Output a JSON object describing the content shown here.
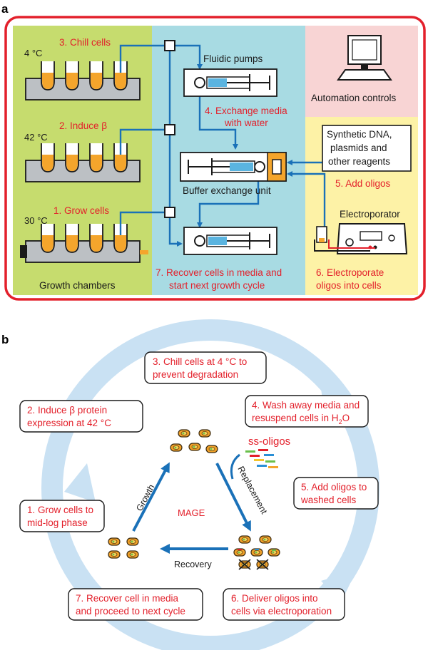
{
  "panel_a": {
    "label": "a",
    "step3": "3. Chill cells",
    "step2": "2. Induce β",
    "step1": "1. Grow cells",
    "temp_chill": "4 °C",
    "temp_induce": "42 °C",
    "temp_grow": "30 °C",
    "growth_chambers": "Growth chambers",
    "fluidic_pumps": "Fluidic pumps",
    "step4_line1": "4. Exchange media",
    "step4_line2": "with water",
    "buffer_exchange": "Buffer exchange unit",
    "step7_line1": "7. Recover cells in media and",
    "step7_line2": "start next growth cycle",
    "automation": "Automation controls",
    "reagents_line1": "Synthetic DNA,",
    "reagents_line2": "plasmids and",
    "reagents_line3": "other reagents",
    "step5": "5. Add oligos",
    "electroporator": "Electroporator",
    "step6_line1": "6. Electroporate",
    "step6_line2": "oligos into cells"
  },
  "panel_b": {
    "label": "b",
    "b3_line1": "3. Chill cells at 4 °C to",
    "b3_line2": "prevent degradation",
    "b2_line1": "2. Induce β protein",
    "b2_line2": "expression at 42 °C",
    "b4_line1": "4. Wash away media and",
    "b4_line2": "resuspend cells in H",
    "b4_sub": "2",
    "b4_tail": "O",
    "ss_oligos": "ss-oligos",
    "b1_line1": "1. Grow cells to",
    "b1_line2": "mid-log phase",
    "growth": "Growth",
    "mage": "MAGE",
    "replacement": "Replacement",
    "b5_line1": "5. Add oligos to",
    "b5_line2": "washed cells",
    "recovery": "Recovery",
    "b7_line1": "7. Recover cell in media",
    "b7_line2": "and proceed to next cycle",
    "b6_line1": "6. Deliver oligos into",
    "b6_line2": "cells via electroporation"
  },
  "colors": {
    "frame_red": "#e3202b",
    "green_panel": "#c6dc6e",
    "blue_panel": "#a8dbe3",
    "pink_panel": "#f8d4d4",
    "yellow_panel": "#fdf2a6",
    "tube_orange": "#f4a52c",
    "arrow_blue": "#1a71b8",
    "cycle_blue": "#c9e1f3"
  }
}
